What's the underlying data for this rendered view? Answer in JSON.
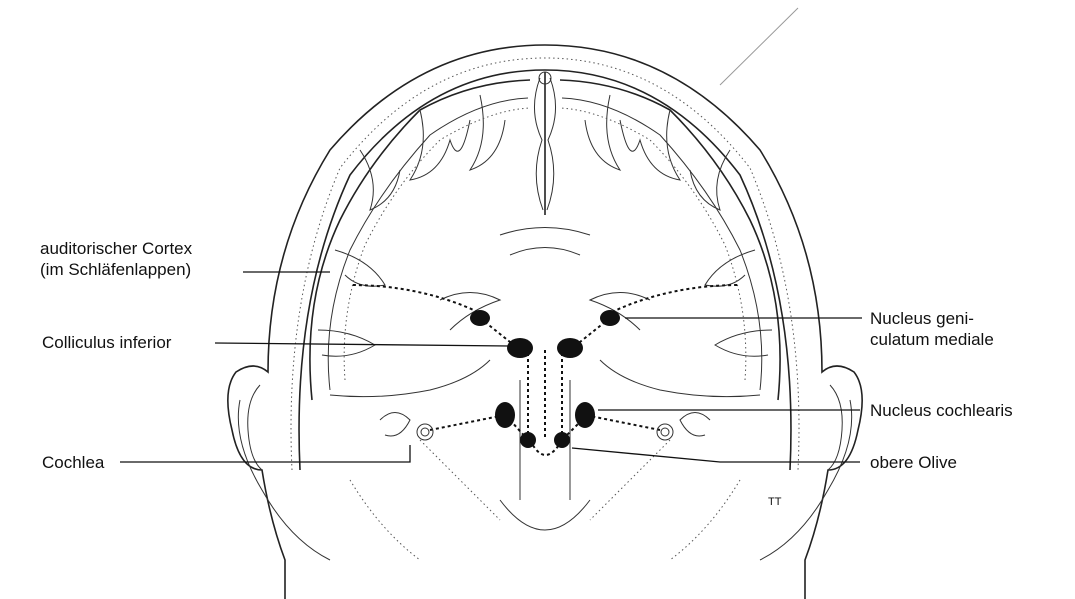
{
  "labels": {
    "auditory_cortex_line1": "auditorischer Cortex",
    "auditory_cortex_line2": "(im Schläfenlappen)",
    "colliculus_inferior": "Colliculus inferior",
    "cochlea": "Cochlea",
    "nucleus_geniculatum_line1": "Nucleus geni-",
    "nucleus_geniculatum_line2": "culatum mediale",
    "nucleus_cochlearis": "Nucleus cochlearis",
    "obere_olive": "obere Olive",
    "artist_mark": "TT"
  },
  "colors": {
    "ink": "#111111",
    "background": "#ffffff"
  }
}
